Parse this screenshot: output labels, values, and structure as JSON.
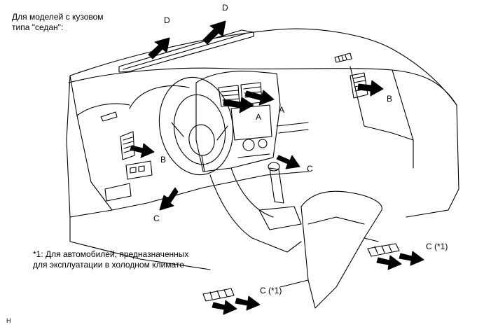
{
  "title_note": [
    "Для моделей с кузовом",
    "типа \"седан\":"
  ],
  "footnote": [
    "*1: Для автомобилей, предназначенных",
    "для эксплуатации в холодном климате"
  ],
  "doc_code": "H",
  "callouts": {
    "d_left": "D",
    "d_right": "D",
    "a_left": "A",
    "a_right": "A",
    "b_right": "B",
    "b_left": "B",
    "c_console": "C",
    "c_floor": "C",
    "c_rear_right": "C (*1)",
    "c_rear_left": "C (*1)"
  },
  "colors": {
    "line": "#000000",
    "background": "#ffffff"
  }
}
